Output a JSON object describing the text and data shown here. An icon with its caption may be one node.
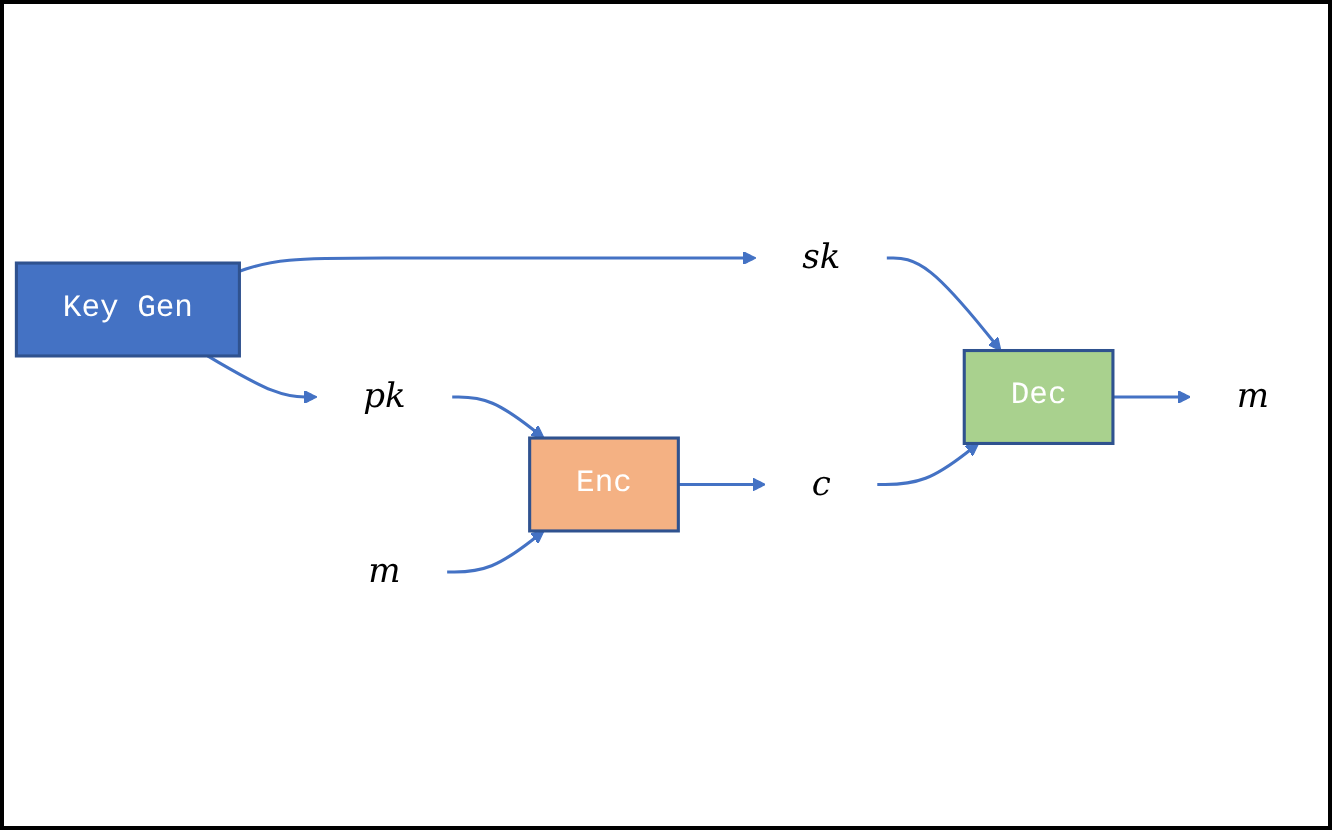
{
  "diagram": {
    "nodes": [
      {
        "text": [
          "Key Gen"
        ]
      },
      {
        "text": [
          "pk"
        ]
      },
      {
        "text": [
          "sk"
        ]
      },
      {
        "text": [
          "m"
        ]
      },
      {
        "text": [
          "Enc"
        ]
      },
      {
        "text": [
          "c"
        ]
      },
      {
        "text": [
          "Dec"
        ]
      },
      {
        "text": [
          "m"
        ]
      }
    ],
    "edges": [
      {
        "from": 0,
        "to": 1,
        "arrow": "to"
      },
      {
        "from": 0,
        "to": 2,
        "arrow": "to"
      },
      {
        "from": 1,
        "to": 4,
        "arrow": "to"
      },
      {
        "from": 2,
        "to": 6,
        "arrow": "to"
      },
      {
        "from": 3,
        "to": 4,
        "arrow": "to"
      },
      {
        "from": 4,
        "to": 5,
        "arrow": "to"
      },
      {
        "from": 5,
        "to": 6,
        "arrow": "to"
      },
      {
        "from": 6,
        "to": 7,
        "arrow": "to"
      }
    ]
  }
}
